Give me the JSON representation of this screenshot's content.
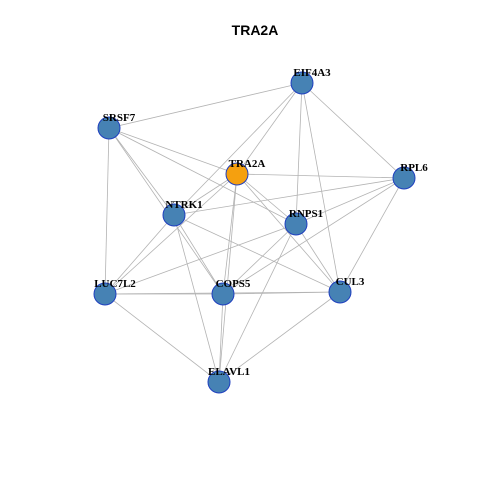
{
  "title": "TRA2A",
  "colors": {
    "focus": "#f5a00f",
    "default": "#4682b4",
    "border": "#1f3fbf",
    "edge": "#b3b3b3"
  },
  "nodes": [
    {
      "id": "EIF4A3",
      "label": "EIF4A3",
      "focus": false
    },
    {
      "id": "SRSF7",
      "label": "SRSF7",
      "focus": false
    },
    {
      "id": "TRA2A",
      "label": "TRA2A",
      "focus": true
    },
    {
      "id": "RPL6",
      "label": "RPL6",
      "focus": false
    },
    {
      "id": "NTRK1",
      "label": "NTRK1",
      "focus": false
    },
    {
      "id": "RNPS1",
      "label": "RNPS1",
      "focus": false
    },
    {
      "id": "LUC7L2",
      "label": "LUC7L2",
      "focus": false
    },
    {
      "id": "COPS5",
      "label": "COPS5",
      "focus": false
    },
    {
      "id": "CUL3",
      "label": "CUL3",
      "focus": false
    },
    {
      "id": "ELAVL1",
      "label": "ELAVL1",
      "focus": false
    }
  ],
  "edges": [
    [
      "EIF4A3",
      "SRSF7"
    ],
    [
      "EIF4A3",
      "TRA2A"
    ],
    [
      "EIF4A3",
      "RPL6"
    ],
    [
      "EIF4A3",
      "NTRK1"
    ],
    [
      "EIF4A3",
      "RNPS1"
    ],
    [
      "EIF4A3",
      "CUL3"
    ],
    [
      "SRSF7",
      "TRA2A"
    ],
    [
      "SRSF7",
      "NTRK1"
    ],
    [
      "SRSF7",
      "RNPS1"
    ],
    [
      "SRSF7",
      "LUC7L2"
    ],
    [
      "SRSF7",
      "COPS5"
    ],
    [
      "TRA2A",
      "RPL6"
    ],
    [
      "TRA2A",
      "NTRK1"
    ],
    [
      "TRA2A",
      "RNPS1"
    ],
    [
      "TRA2A",
      "LUC7L2"
    ],
    [
      "TRA2A",
      "COPS5"
    ],
    [
      "TRA2A",
      "ELAVL1"
    ],
    [
      "TRA2A",
      "CUL3"
    ],
    [
      "RPL6",
      "NTRK1"
    ],
    [
      "RPL6",
      "RNPS1"
    ],
    [
      "RPL6",
      "COPS5"
    ],
    [
      "RPL6",
      "CUL3"
    ],
    [
      "NTRK1",
      "LUC7L2"
    ],
    [
      "NTRK1",
      "COPS5"
    ],
    [
      "NTRK1",
      "CUL3"
    ],
    [
      "NTRK1",
      "ELAVL1"
    ],
    [
      "RNPS1",
      "LUC7L2"
    ],
    [
      "RNPS1",
      "COPS5"
    ],
    [
      "RNPS1",
      "CUL3"
    ],
    [
      "RNPS1",
      "ELAVL1"
    ],
    [
      "LUC7L2",
      "COPS5"
    ],
    [
      "LUC7L2",
      "CUL3"
    ],
    [
      "LUC7L2",
      "ELAVL1"
    ],
    [
      "COPS5",
      "CUL3"
    ],
    [
      "COPS5",
      "ELAVL1"
    ],
    [
      "CUL3",
      "ELAVL1"
    ]
  ]
}
